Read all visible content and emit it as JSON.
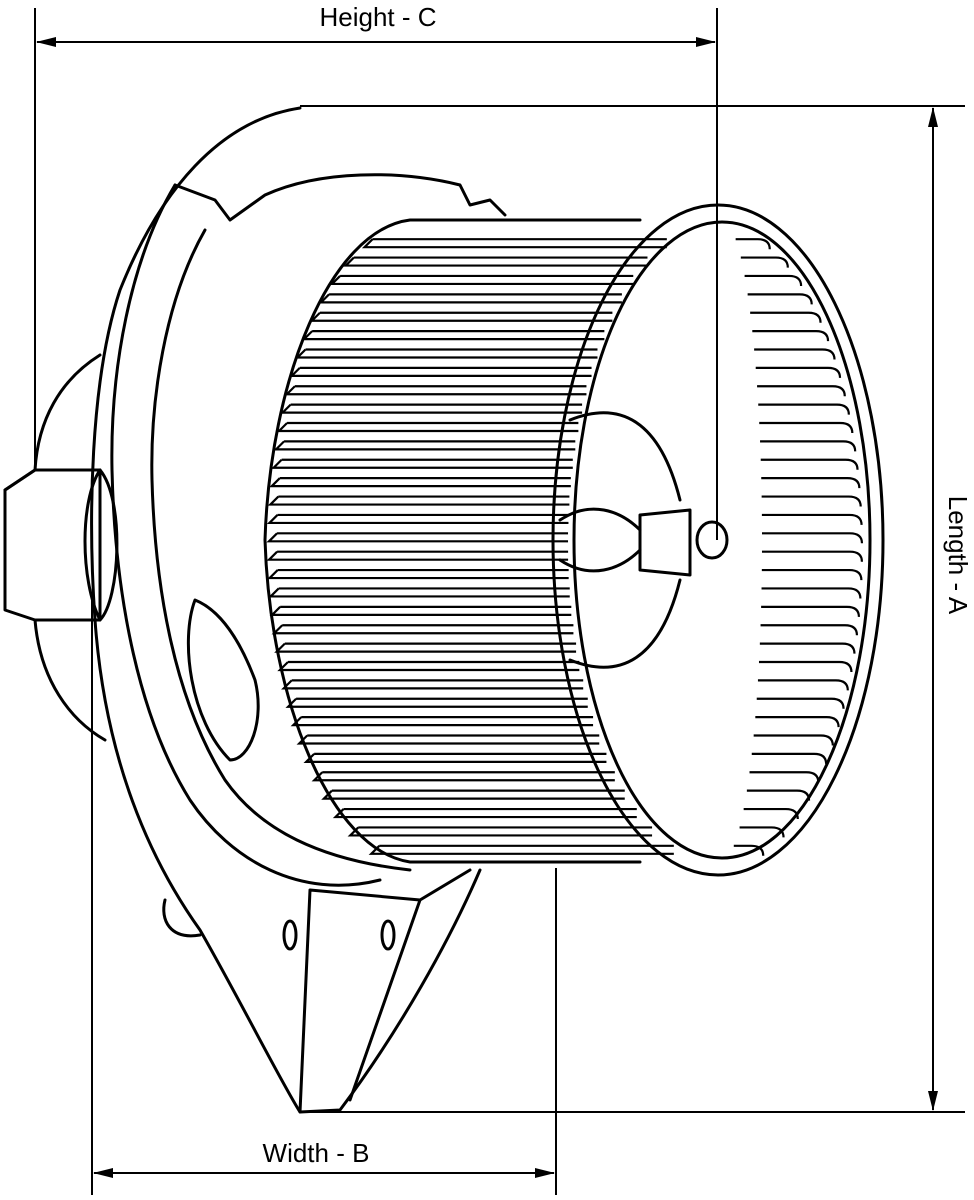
{
  "diagram": {
    "subject": "blower-motor",
    "dimensions": {
      "height": "Height - C",
      "length": "Length - A",
      "width": "Width - B"
    },
    "wheel_blade_count": 34,
    "colors": {
      "line": "#000000",
      "background": "#ffffff"
    }
  }
}
